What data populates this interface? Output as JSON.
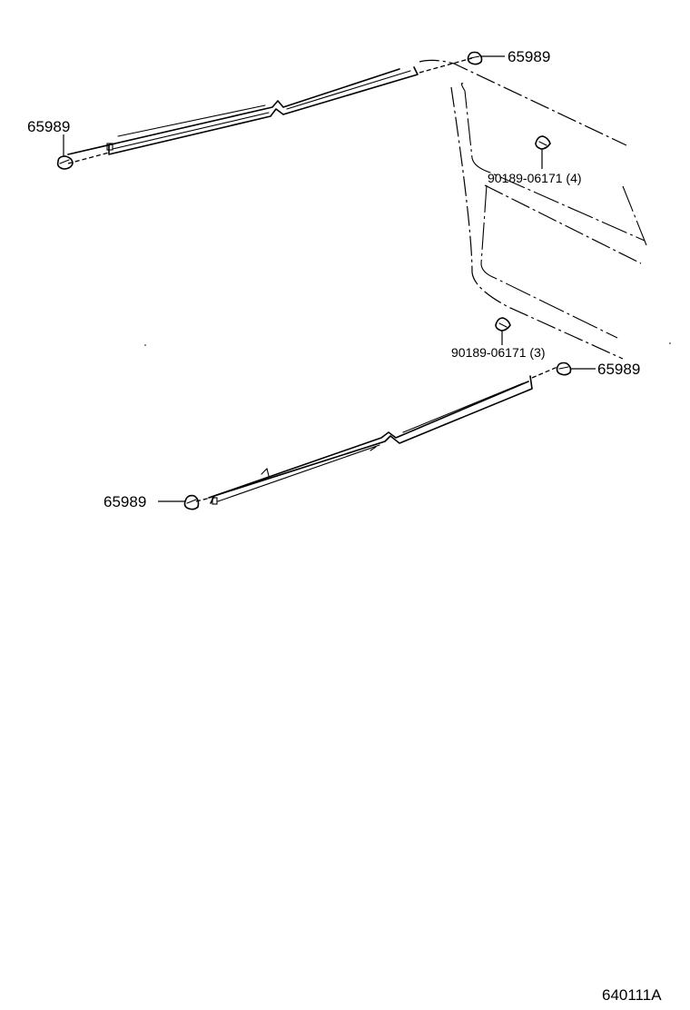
{
  "callouts": {
    "top_right_clip": "65989",
    "top_left_clip": "65989",
    "upper_screw": "90189-06171 (4)",
    "lower_screw": "90189-06171 (3)",
    "lower_right_clip": "65989",
    "lower_left_clip": "65989"
  },
  "drawing_id": "640111A"
}
